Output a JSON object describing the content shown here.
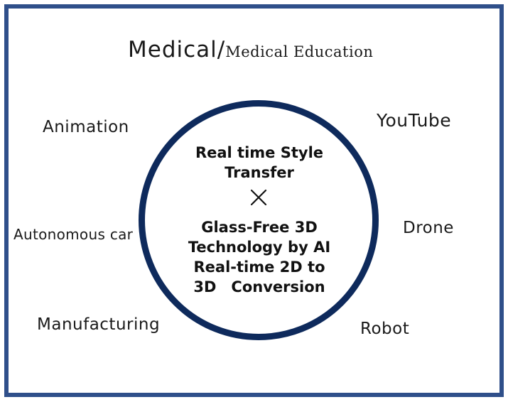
{
  "title": {
    "main": "Medical/",
    "sub": "Medical Education"
  },
  "applications": {
    "animation": "Animation",
    "youtube": "YouTube",
    "autonomous_car": "Autonomous car",
    "drone": "Drone",
    "manufacturing": "Manufacturing",
    "robot": "Robot"
  },
  "core": {
    "top_line1": "Real time Style",
    "top_line2": "Transfer",
    "bottom_line1": "Glass-Free 3D",
    "bottom_line2": "Technology by AI",
    "bottom_line3": "Real-time 2D to",
    "bottom_line4": "3D　Conversion"
  },
  "colors": {
    "frame": "#2f4f8a",
    "circle": "#0e2a5c"
  },
  "icons": {
    "cross": "multiplication-sign"
  }
}
